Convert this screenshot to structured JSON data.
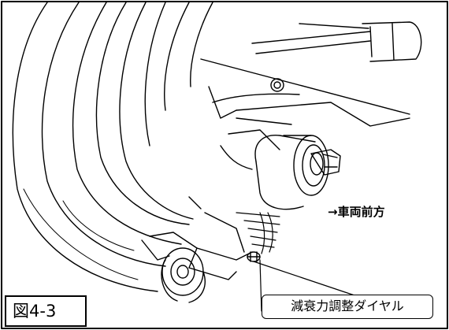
{
  "figure": {
    "label": "図4-3",
    "direction_text": "→車両前方",
    "callout_text": "減衰力調整ダイヤル"
  }
}
